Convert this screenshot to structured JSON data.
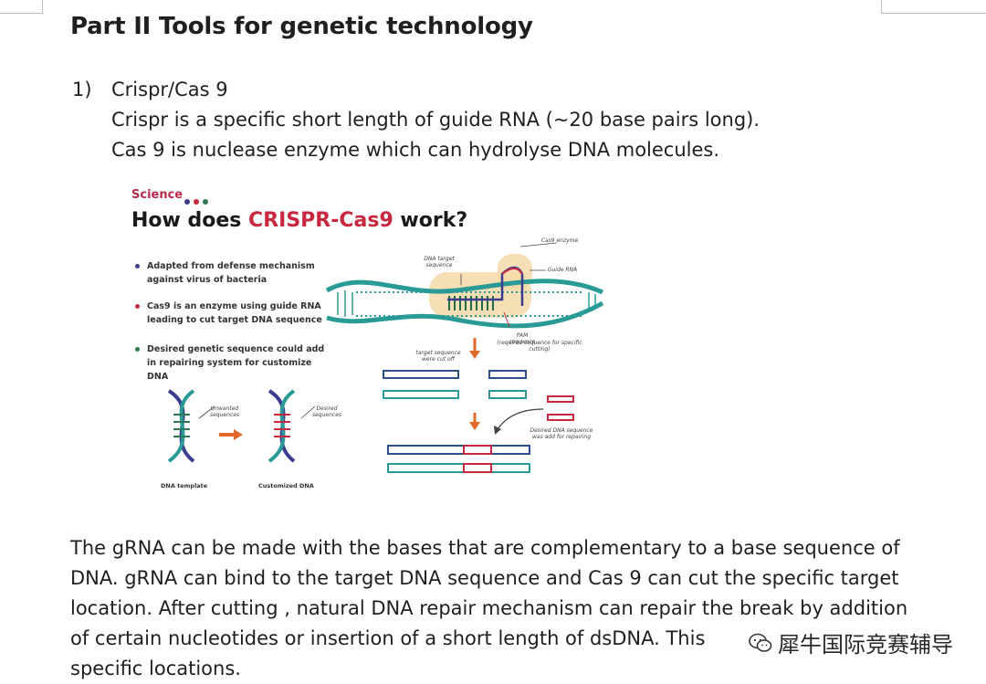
{
  "page": {
    "heading": "Part II Tools for genetic technology",
    "item": {
      "number": "1)",
      "title": "Crispr/Cas 9",
      "lines": [
        "Crispr is a specific short length of guide RNA (~20 base pairs long).",
        "Cas 9 is nuclease enzyme which can hydrolyse DNA molecules."
      ]
    },
    "figure": {
      "brand": "Science",
      "title_before": "How does ",
      "title_highlight": "CRISPR-Cas9",
      "title_after": " work?",
      "bullets": [
        {
          "text": "Adapted from defense mechanism against virus of bacteria",
          "color": "#3b3d8f"
        },
        {
          "text": "Cas9 is an enzyme using guide RNA leading to cut target DNA sequence",
          "color": "#c8283f"
        },
        {
          "text": "Desired genetic sequence could add in repairing system for customize DNA",
          "color": "#2f7a53"
        }
      ],
      "labels": {
        "cas9_enzyme": "Cas9 enzyme",
        "dna_target": "DNA target sequence",
        "guide_rna": "Guide RNA",
        "pam": "PAM sequence",
        "pam_note": "(required sequence for specific cutting)",
        "target_cut": "target sequence were cut off",
        "desired_dna": "Desired DNA sequence was add for repairing",
        "unwanted": "Unwanted sequences",
        "desired": "Desired sequences",
        "dna_template": "DNA template",
        "customized_dna": "Customized DNA"
      }
    },
    "paragraph": [
      "The gRNA can be made with the bases that are complementary to a base sequence of",
      "DNA. gRNA can bind to the target DNA sequence and Cas 9 can cut the specific target",
      "location. After cutting , natural DNA repair mechanism can repair the break by addition",
      "of certain nucleotides or insertion of a short length of dsDNA. This",
      "specific locations."
    ],
    "watermark": "犀牛国际竞赛辅导"
  },
  "colors": {
    "strand_teal": "#2a9a96",
    "strand_navy": "#2b4f8c",
    "accent_red": "#c8283f",
    "arrow_orange": "#e0672a",
    "cas9_glow": "#f5d9a8"
  }
}
